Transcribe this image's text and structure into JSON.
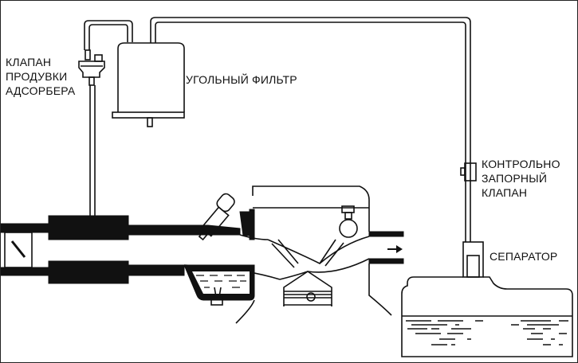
{
  "labels": {
    "purge_valve": [
      "КЛАПАН",
      "ПРОДУВКИ",
      "АДСОРБЕРА"
    ],
    "charcoal_filter": "УГОЛЬНЫЙ ФИЛЬТР",
    "check_valve": [
      "КОНТРОЛЬНО",
      "ЗАПОРНЫЙ",
      "КЛАПАН"
    ],
    "separator": "СЕПАРАТОР"
  },
  "colors": {
    "ink": "#111111",
    "paper": "#ffffff"
  }
}
